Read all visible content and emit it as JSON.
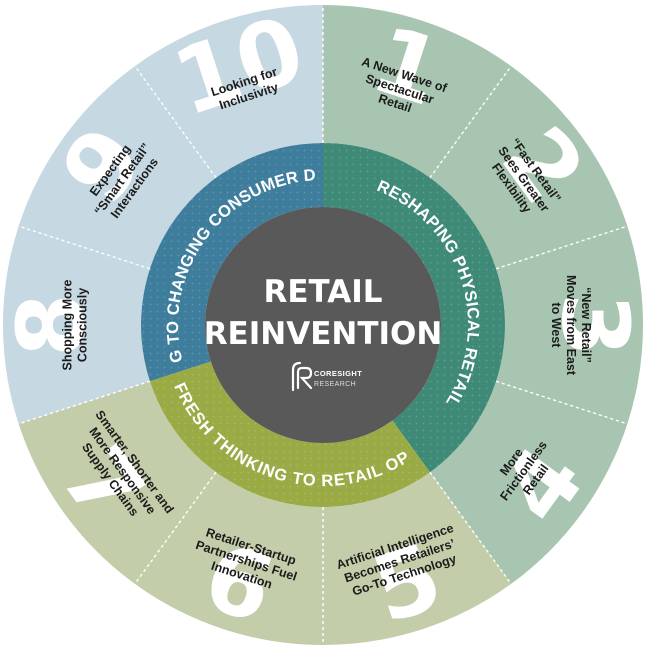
{
  "center": {
    "title_line1": "RETAIL",
    "title_line2": "REINVENTION",
    "logo_name": "CORESIGHT",
    "logo_sub": "RESEARCH",
    "color": "#595959"
  },
  "themes": [
    {
      "label": "RESHAPING PHYSICAL RETAIL",
      "color": "#3f8a76"
    },
    {
      "label": "BRINGING FRESH THINKING TO RETAIL OPERATIONS",
      "color": "#9aaa45"
    },
    {
      "label": "REACTING TO CHANGING CONSUMER DEMANDS",
      "color": "#3e7d9c"
    }
  ],
  "segments": [
    {
      "number": "1",
      "lines": [
        "A New Wave of",
        "Spectacular",
        "Retail"
      ],
      "color": "#a8c5b1"
    },
    {
      "number": "2",
      "lines": [
        "“Fast Retail”",
        "Sees Greater",
        "Flexibility"
      ],
      "color": "#a8c5b1"
    },
    {
      "number": "3",
      "lines": [
        "“New Retail”",
        "Moves from East",
        "to West"
      ],
      "color": "#a8c5b1"
    },
    {
      "number": "4",
      "lines": [
        "More",
        "Frictionless",
        "Retail"
      ],
      "color": "#a8c5b1"
    },
    {
      "number": "5",
      "lines": [
        "Artificial Intelligence",
        "Becomes Retailers’",
        "Go-To Technology"
      ],
      "color": "#c3cdaa"
    },
    {
      "number": "6",
      "lines": [
        "Retailer-Startup",
        "Partnerships Fuel",
        "Innovation"
      ],
      "color": "#c3cdaa"
    },
    {
      "number": "7",
      "lines": [
        "Smarter, Shorter and",
        "More Responsive",
        "Supply Chains"
      ],
      "color": "#c3cdaa"
    },
    {
      "number": "8",
      "lines": [
        "Shopping More",
        "Consciously"
      ],
      "color": "#c6d8e2"
    },
    {
      "number": "9",
      "lines": [
        "Expecting",
        "“Smart Retail”",
        "Interactions"
      ],
      "color": "#c6d8e2"
    },
    {
      "number": "10",
      "lines": [
        "Looking for",
        "Inclusivity"
      ],
      "color": "#c6d8e2"
    }
  ]
}
